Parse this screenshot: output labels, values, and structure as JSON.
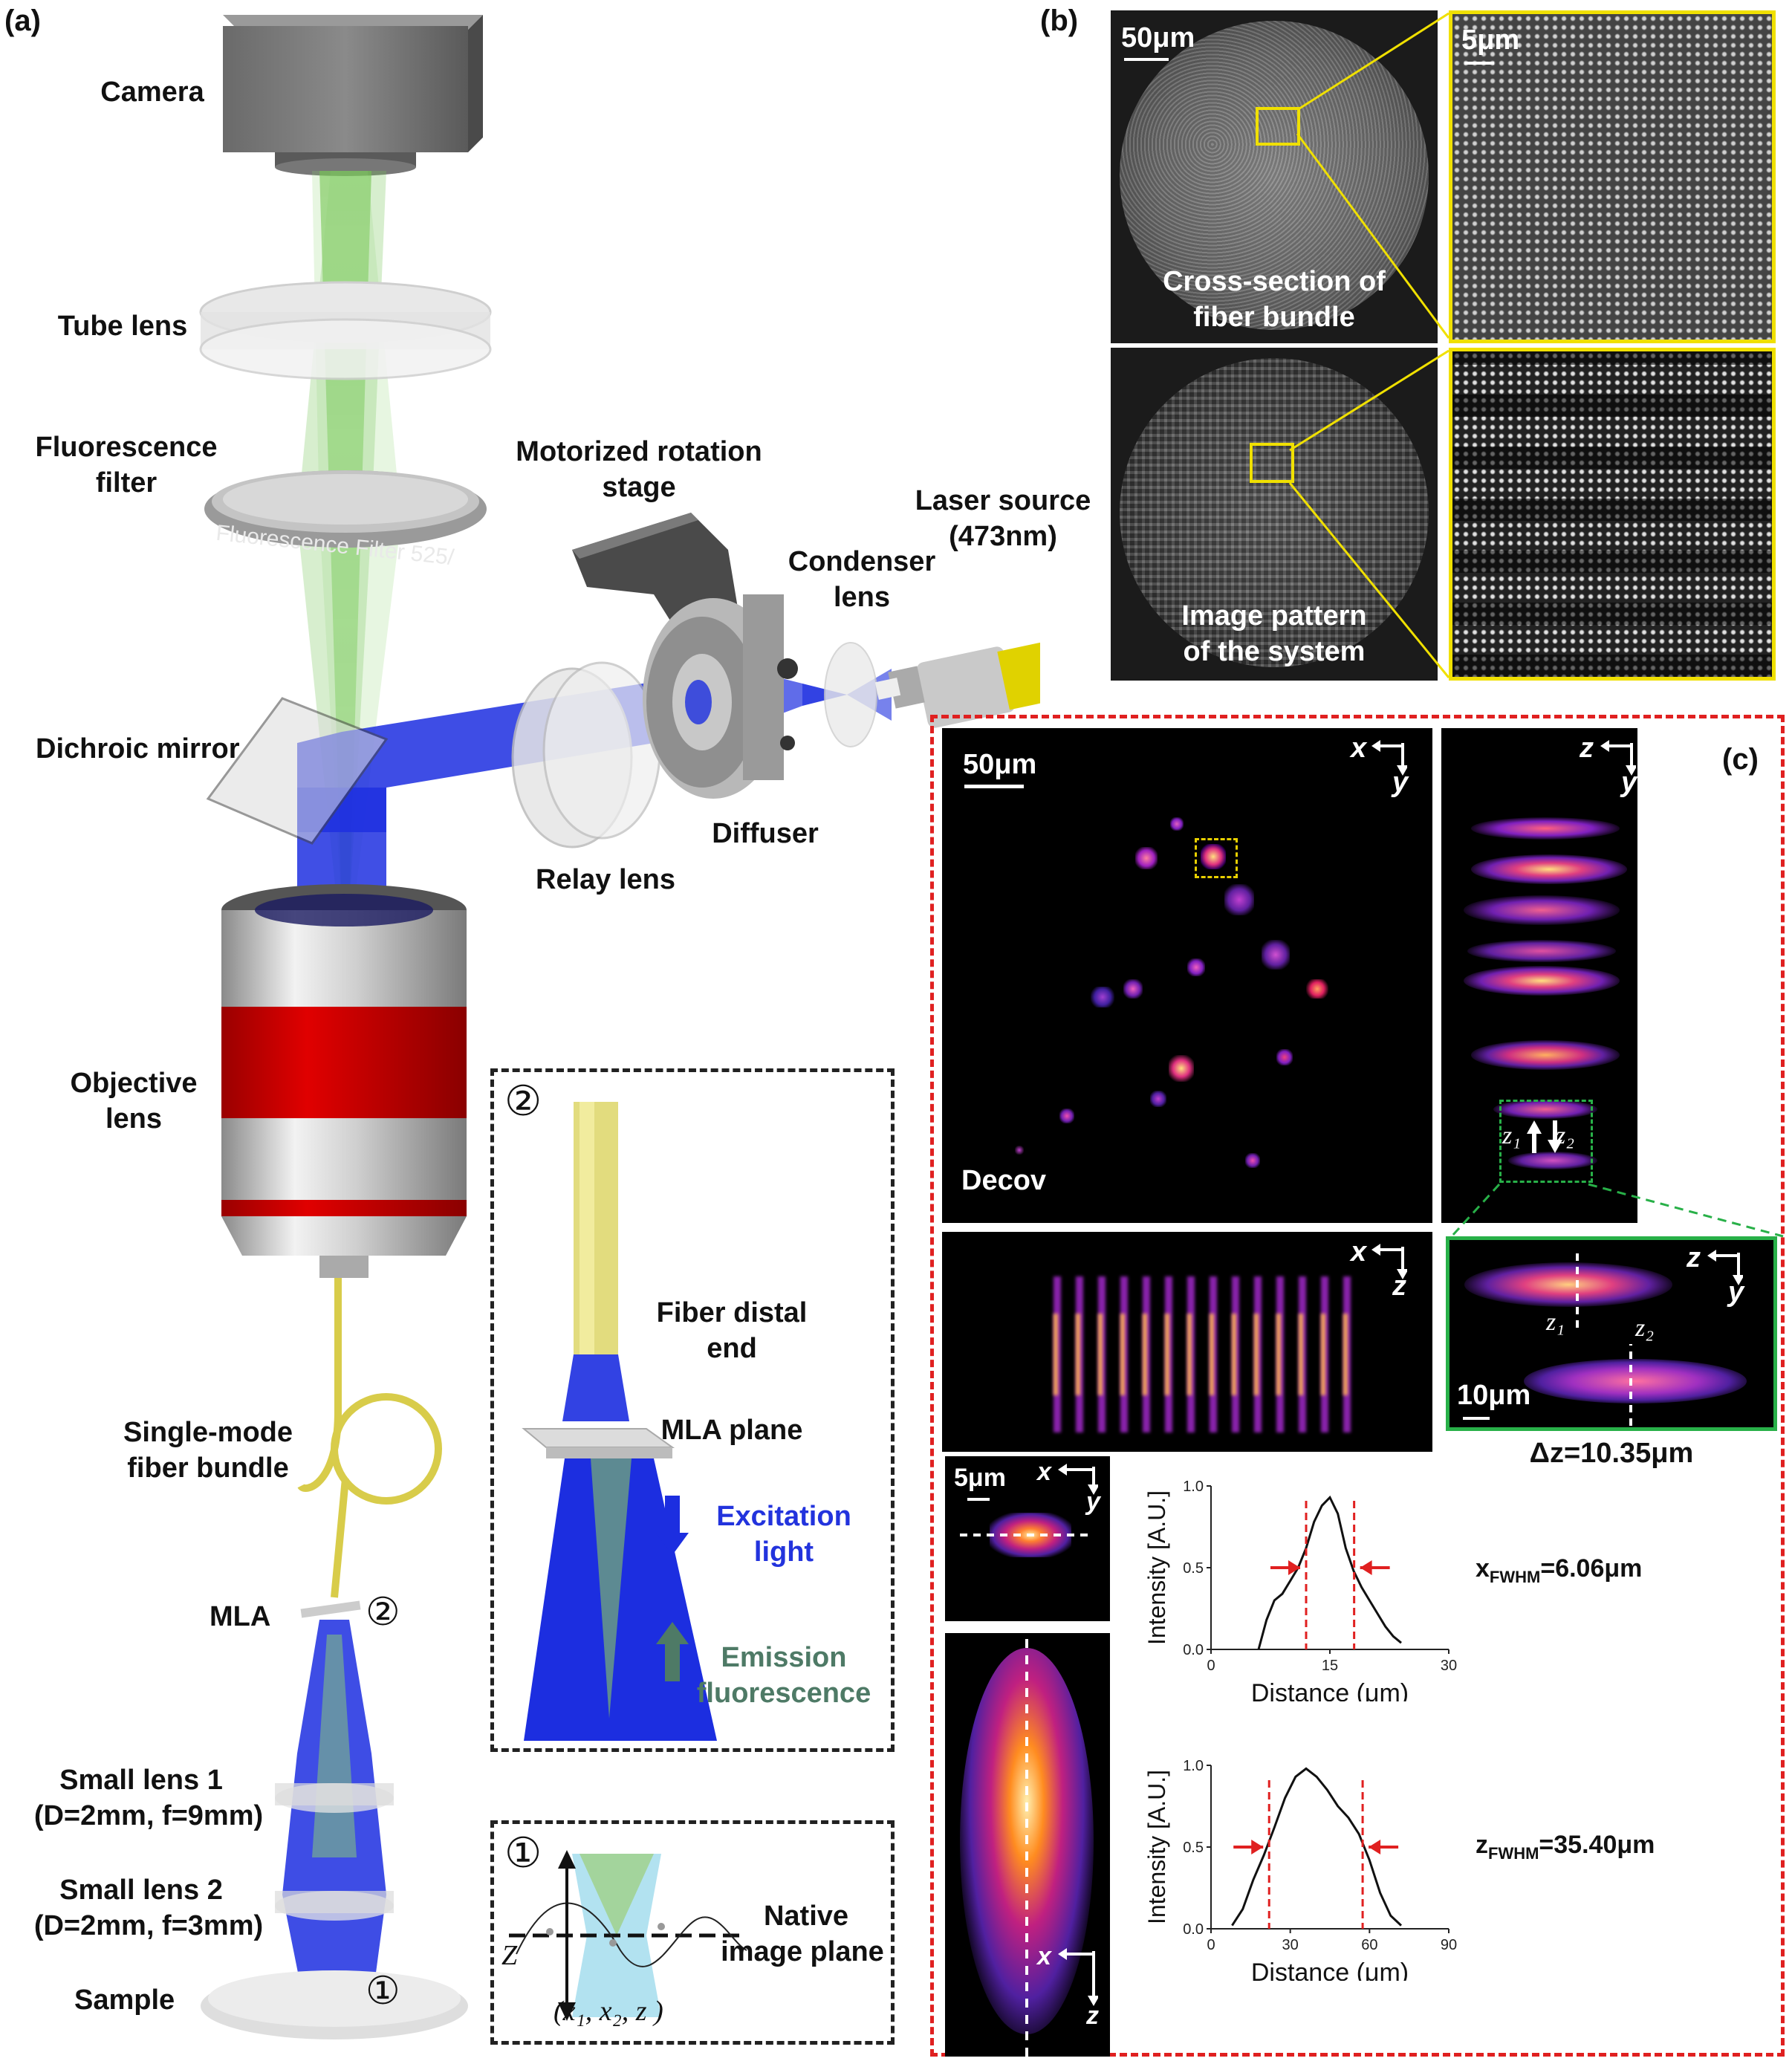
{
  "panels": {
    "a": "(a)",
    "b": "(b)",
    "c": "(c)"
  },
  "a": {
    "camera": "Camera",
    "tube_lens": "Tube lens",
    "fluorescence_filter_1": "Fluorescence",
    "fluorescence_filter_2": "filter",
    "filter_ring_text": "Fluorescence Filter 525/",
    "motorized_1": "Motorized rotation",
    "motorized_2": "stage",
    "laser_1": "Laser source",
    "laser_2": "(473nm)",
    "condenser_1": "Condenser",
    "condenser_2": "lens",
    "dichroic": "Dichroic mirror",
    "diffuser": "Diffuser",
    "relay": "Relay lens",
    "objective_1": "Objective",
    "objective_2": "lens",
    "fiber_bundle_1": "Single-mode",
    "fiber_bundle_2": "fiber bundle",
    "mla": "MLA",
    "mark_2": "②",
    "mark_1": "①",
    "small1_1": "Small lens 1",
    "small1_2": "(D=2mm, f=9mm)",
    "small2_1": "Small lens 2",
    "small2_2": "(D=2mm, f=3mm)",
    "sample": "Sample",
    "inset2": {
      "mark": "②",
      "fiber_1": "Fiber distal",
      "fiber_2": "end",
      "mla_plane": "MLA plane",
      "excitation_1": "Excitation",
      "excitation_2": "light",
      "emission_1": "Emission",
      "emission_2": "fluorescence"
    },
    "inset1": {
      "mark": "①",
      "native_1": "Native",
      "native_2": "image plane",
      "z": "Z",
      "coords": "(x₁, x₂, z )"
    }
  },
  "b": {
    "scale_full": "50μm",
    "scale_zoom": "5μm",
    "cross_1": "Cross-section of",
    "cross_2": "fiber bundle",
    "image_1": "Image pattern",
    "image_2": "of the system"
  },
  "c": {
    "scale_main": "50μm",
    "decov": "Decov",
    "axes_xy": {
      "h": "x",
      "v": "y"
    },
    "axes_zy": {
      "h": "z",
      "v": "y"
    },
    "axes_xz": {
      "h": "x",
      "v": "z"
    },
    "z1": "z₁",
    "z2": "z₂",
    "scale_zoom": "10μm",
    "delta_z": "Δz=10.35μm",
    "scale_psf": "5μm",
    "x_fwhm_main": "x",
    "x_fwhm_sub": "FWHM",
    "x_fwhm_val": "=6.06μm",
    "z_fwhm_main": "z",
    "z_fwhm_sub": "FWHM",
    "z_fwhm_val": "=35.40μm"
  },
  "chart_data": [
    {
      "type": "line",
      "xlabel": "Distance (μm)",
      "ylabel": "Intensity [A.U.]",
      "xlim": [
        0,
        30
      ],
      "ylim": [
        0,
        1.0
      ],
      "xticks": [
        "0",
        "15",
        "30"
      ],
      "yticks": [
        "0.0",
        "0.5",
        "1.0"
      ],
      "x": [
        6,
        7,
        8,
        9,
        10,
        11,
        12,
        13,
        14,
        15,
        16,
        17,
        18,
        19,
        20,
        21,
        22,
        23,
        24
      ],
      "y": [
        0.0,
        0.18,
        0.3,
        0.34,
        0.42,
        0.5,
        0.62,
        0.78,
        0.88,
        0.93,
        0.83,
        0.62,
        0.48,
        0.38,
        0.3,
        0.22,
        0.14,
        0.08,
        0.04
      ],
      "fwhm_markers": [
        12.0,
        18.06
      ]
    },
    {
      "type": "line",
      "xlabel": "Distance (μm)",
      "ylabel": "Intensity [A.U.]",
      "xlim": [
        0,
        90
      ],
      "ylim": [
        0,
        1.0
      ],
      "xticks": [
        "0",
        "30",
        "60",
        "90"
      ],
      "yticks": [
        "0.0",
        "0.5",
        "1.0"
      ],
      "x": [
        8,
        12,
        16,
        20,
        24,
        28,
        32,
        36,
        40,
        44,
        48,
        52,
        56,
        60,
        64,
        68,
        72
      ],
      "y": [
        0.02,
        0.12,
        0.3,
        0.45,
        0.62,
        0.8,
        0.93,
        0.98,
        0.93,
        0.85,
        0.75,
        0.68,
        0.58,
        0.42,
        0.22,
        0.08,
        0.02
      ],
      "fwhm_markers": [
        22.0,
        57.4
      ]
    }
  ]
}
